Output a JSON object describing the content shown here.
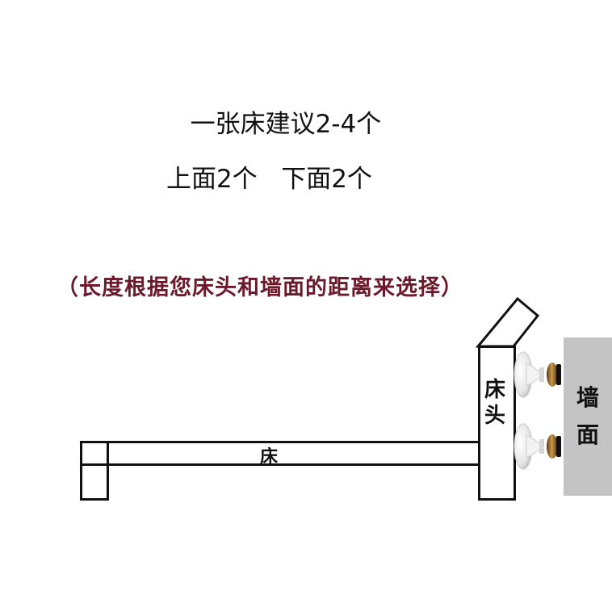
{
  "header": {
    "recommendation": "一张床建议2-4个",
    "placement": "上面2个   下面2个"
  },
  "note": "（长度根据您床头和墙面的距离来选择）",
  "labels": {
    "bed": "床",
    "headboard_line1": "床",
    "headboard_line2": "头",
    "wall_line1": "墙",
    "wall_line2": "面"
  },
  "colors": {
    "note_text": "#6a1a2a",
    "wall_fill": "#c4c4c4",
    "outline": "#111111"
  }
}
